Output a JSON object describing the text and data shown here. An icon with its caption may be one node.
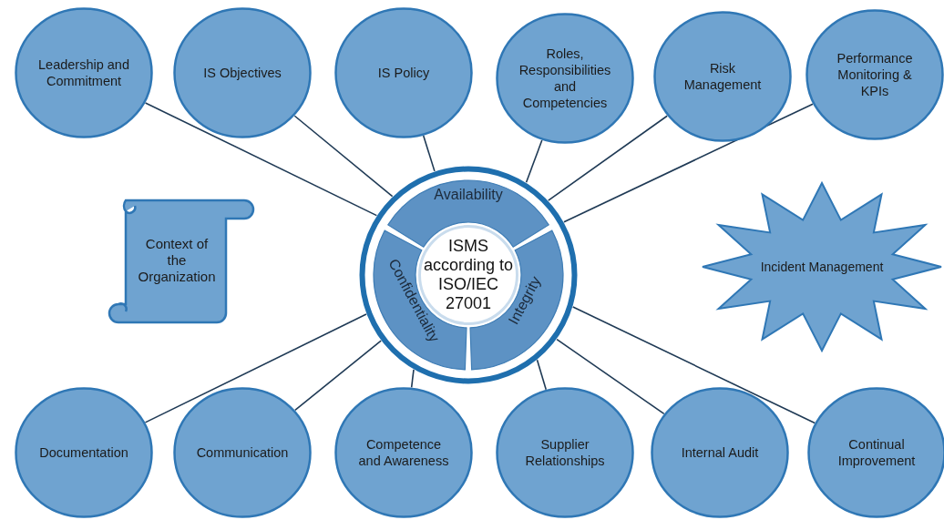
{
  "diagram": {
    "nodes": [
      {
        "text": [
          "Leadership and Commitment"
        ]
      },
      {
        "text": [
          "IS Objectives"
        ]
      },
      {
        "text": [
          "IS Policy"
        ]
      },
      {
        "text": [
          "Roles, Responsibilities and Competencies"
        ]
      },
      {
        "text": [
          "Risk Management"
        ]
      },
      {
        "text": [
          "Performance Monitoring & KPIs"
        ]
      },
      {
        "text": [],
        "shape": "circle"
      },
      {
        "text": [
          "Availability"
        ],
        "in": 6
      },
      {
        "text": [
          "Confidentiality"
        ],
        "in": 6
      },
      {
        "text": [
          "Integrity"
        ],
        "in": 6
      },
      {
        "text": [
          "ISMS according to ISO/IEC 27001"
        ],
        "in": 6
      },
      {
        "text": [
          "Context of the Organization"
        ]
      },
      {
        "text": [
          "Incident Management"
        ]
      },
      {
        "text": [
          "Documentation"
        ]
      },
      {
        "text": [
          "Communication"
        ]
      },
      {
        "text": [
          "Competence and Awareness"
        ]
      },
      {
        "text": [
          "Supplier Relationships"
        ]
      },
      {
        "text": [
          "Internal Audit"
        ]
      },
      {
        "text": [
          "Continual Improvement"
        ]
      }
    ],
    "edges": [
      {
        "from": 0,
        "to": 6,
        "arrow": "none"
      },
      {
        "from": 1,
        "to": 6,
        "arrow": "none"
      },
      {
        "from": 2,
        "to": 6,
        "arrow": "none"
      },
      {
        "from": 3,
        "to": 6,
        "arrow": "none"
      },
      {
        "from": 4,
        "to": 6,
        "arrow": "none"
      },
      {
        "from": 5,
        "to": 6,
        "arrow": "none"
      },
      {
        "from": 13,
        "to": 6,
        "arrow": "none"
      },
      {
        "from": 14,
        "to": 6,
        "arrow": "none"
      },
      {
        "from": 15,
        "to": 6,
        "arrow": "none"
      },
      {
        "from": 16,
        "to": 6,
        "arrow": "none"
      },
      {
        "from": 17,
        "to": 6,
        "arrow": "none"
      },
      {
        "from": 18,
        "to": 6,
        "arrow": "none"
      }
    ]
  }
}
